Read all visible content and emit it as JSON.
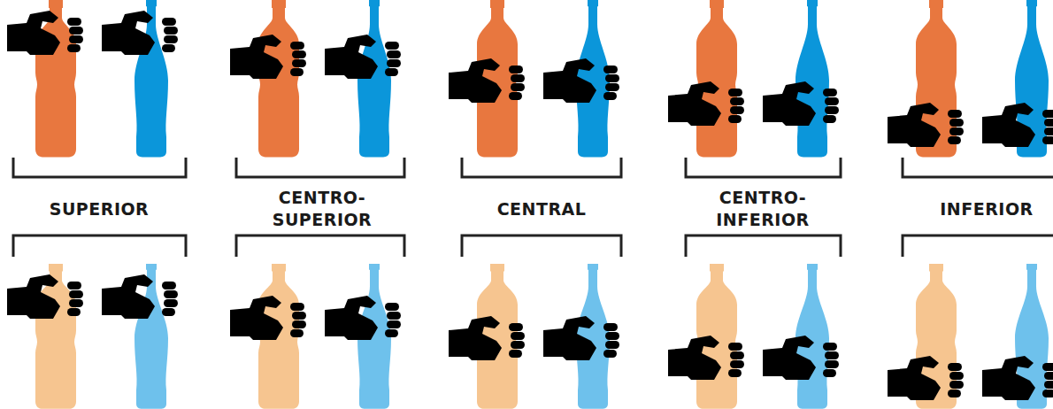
{
  "diagram": {
    "labels": [
      "SUPERIOR",
      "CENTRO- SUPERIOR",
      "CENTRAL",
      "CENTRO- INFERIOR",
      "INFERIOR"
    ]
  }
}
